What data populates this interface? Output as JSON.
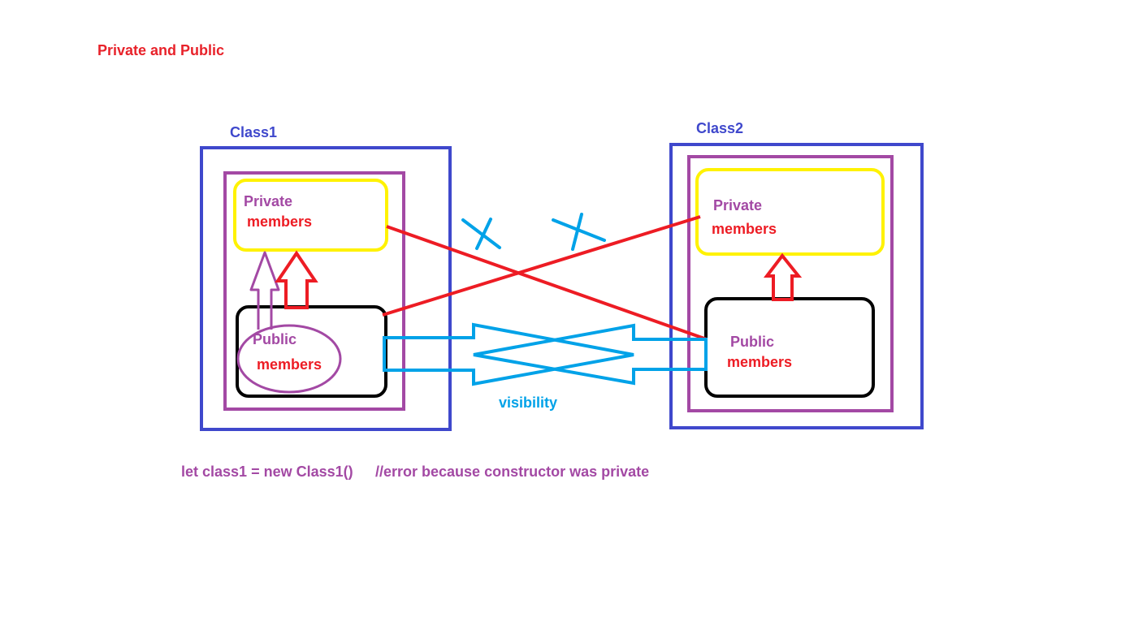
{
  "title": "Private and Public",
  "class1": {
    "name": "Class1",
    "private_line1": "Private",
    "private_line2": "members",
    "public_line1": "Public",
    "public_line2": "members"
  },
  "class2": {
    "name": "Class2",
    "private_line1": "Private",
    "private_line2": "members",
    "public_line1": "Public",
    "public_line2": "members"
  },
  "visibility_label": "visibility",
  "code_line": "let class1 = new Class1()",
  "code_comment": "//error because constructor was private",
  "colors": {
    "title": "#e8222a",
    "class_box": "#3f48cc",
    "inner_box": "#a349a4",
    "private_box": "#fff200",
    "public_box": "#000000",
    "red": "#ed1c24",
    "cyan": "#00a2e8",
    "purple": "#a349a4"
  }
}
